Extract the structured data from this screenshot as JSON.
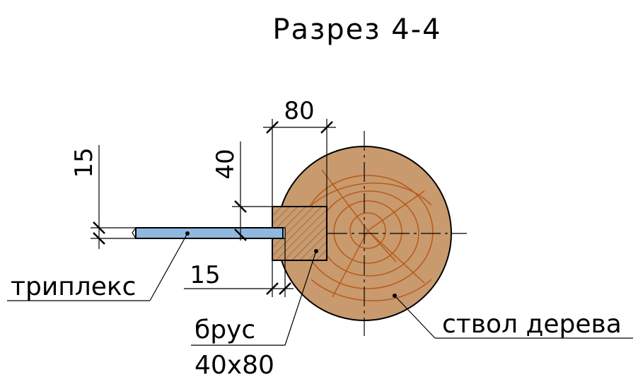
{
  "title": "Разрез 4-4",
  "dimensions": {
    "beam_width": "80",
    "beam_height": "40",
    "glass_thickness": "15",
    "glass_offset": "15"
  },
  "callouts": {
    "glass": "триплекс",
    "beam_line1": "брус",
    "beam_line2": "40x80",
    "trunk": "ствол дерева"
  },
  "colors": {
    "trunk_fill": "#C89A6E",
    "ring_stroke": "#B85A1A",
    "beam_fill": "#C89A6E",
    "glass_fill": "#8FB8E0",
    "line": "#000000"
  }
}
